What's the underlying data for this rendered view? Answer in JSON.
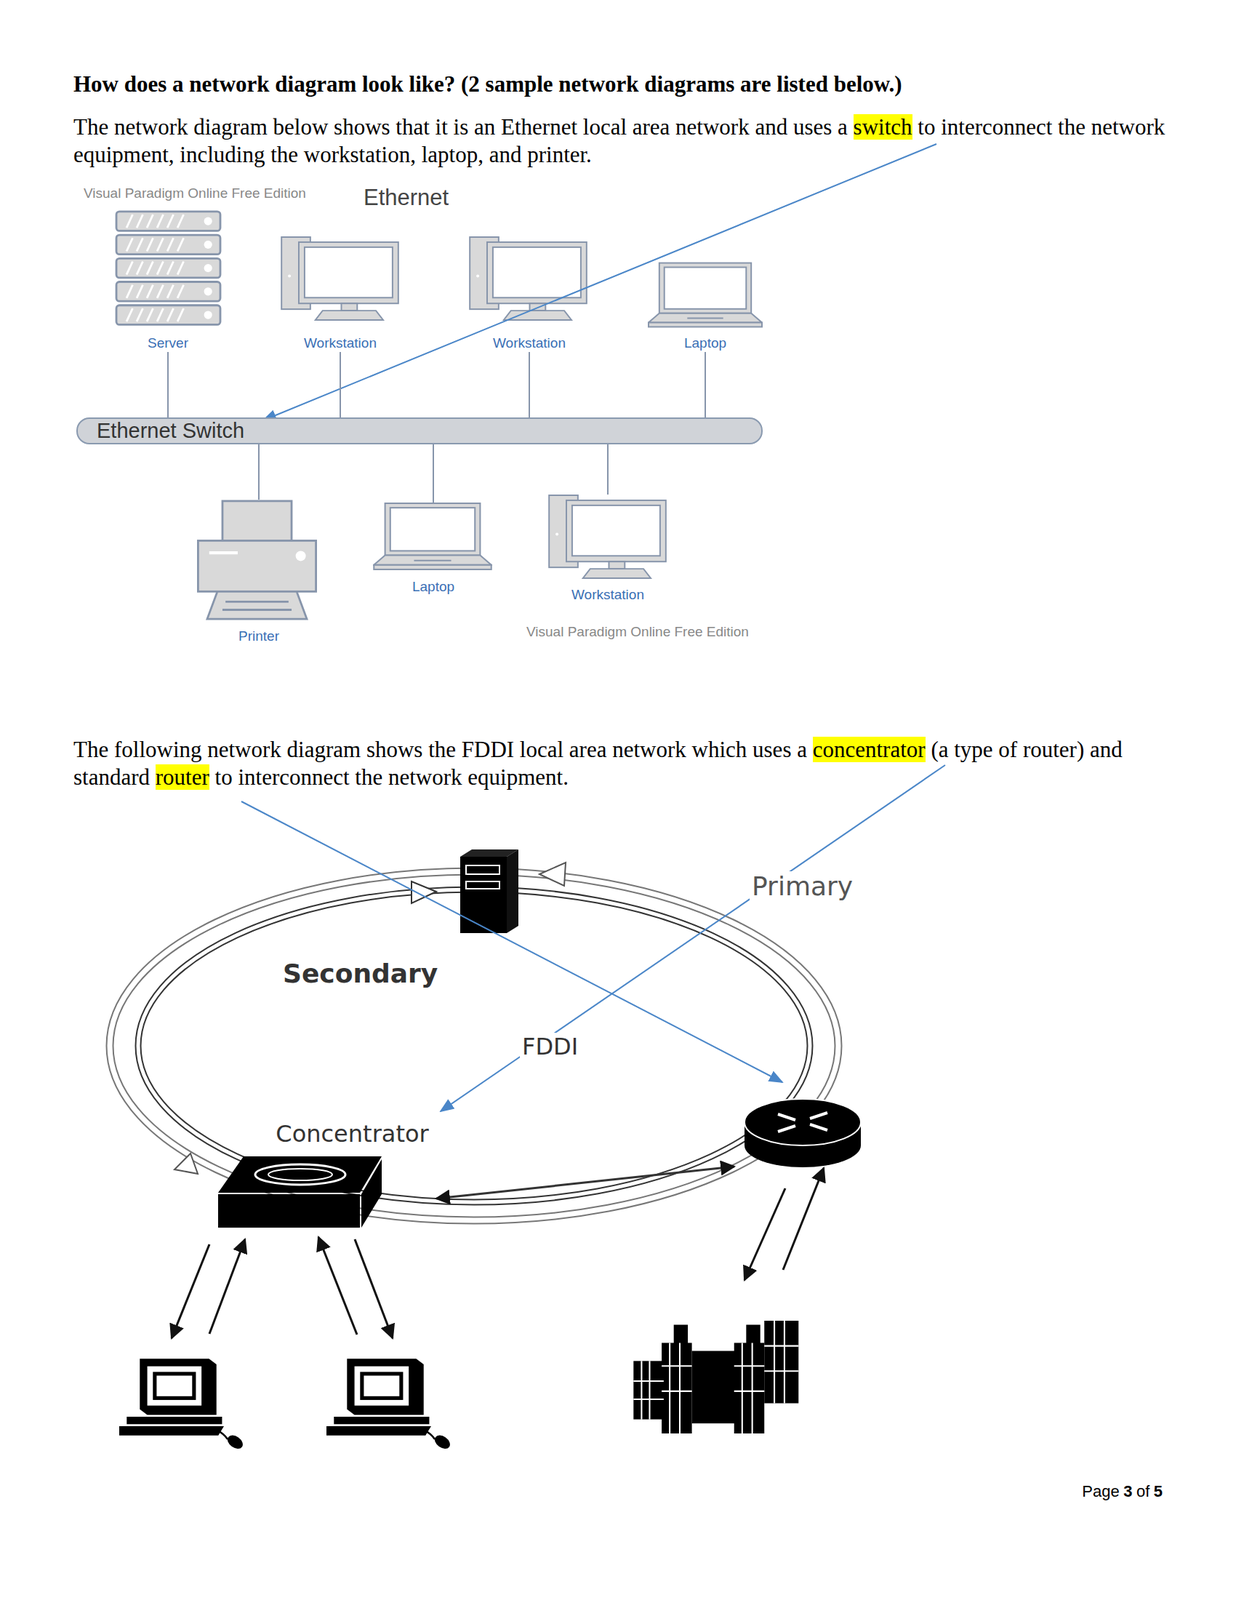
{
  "diagram": {
    "title": "How does a network diagram look like? (2 sample network diagrams are listed below.)",
    "nodes": [
      {
        "text": [
          "Server"
        ]
      },
      {
        "text": [
          "Workstation"
        ]
      },
      {
        "text": [
          "Workstation"
        ]
      },
      {
        "text": [
          "Laptop"
        ]
      },
      {
        "text": [
          "Ethernet Switch"
        ]
      },
      {
        "text": [
          "Printer"
        ]
      },
      {
        "text": [
          "Laptop"
        ]
      },
      {
        "text": [
          "Workstation"
        ]
      },
      {
        "text": [
          "Concentrator"
        ]
      }
    ],
    "edges": [
      {
        "from": 0,
        "to": 4,
        "arrow": "none"
      },
      {
        "from": 1,
        "to": 4,
        "arrow": "none"
      },
      {
        "from": 2,
        "to": 4,
        "arrow": "none"
      },
      {
        "from": 3,
        "to": 4,
        "arrow": "none"
      },
      {
        "from": 5,
        "to": 4,
        "arrow": "none"
      },
      {
        "from": 6,
        "to": 4,
        "arrow": "none"
      },
      {
        "from": 7,
        "to": 4,
        "arrow": "none"
      }
    ],
    "labels": [
      "The network diagram below shows that it is an Ethernet local area network and uses a",
      "switch",
      "to interconnect the network equipment, including the workstation, laptop, and printer.",
      "Visual Paradigm Online Free Edition",
      "Ethernet",
      "Visual Paradigm Online Free Edition",
      "The following network diagram shows the FDDI local area network which uses a",
      "concentrator",
      "(a type of router) and standard",
      "router",
      "to interconnect the network equipment.",
      "Primary",
      "Secondary",
      "FDDI",
      "Page",
      "3",
      "of",
      "5"
    ]
  }
}
